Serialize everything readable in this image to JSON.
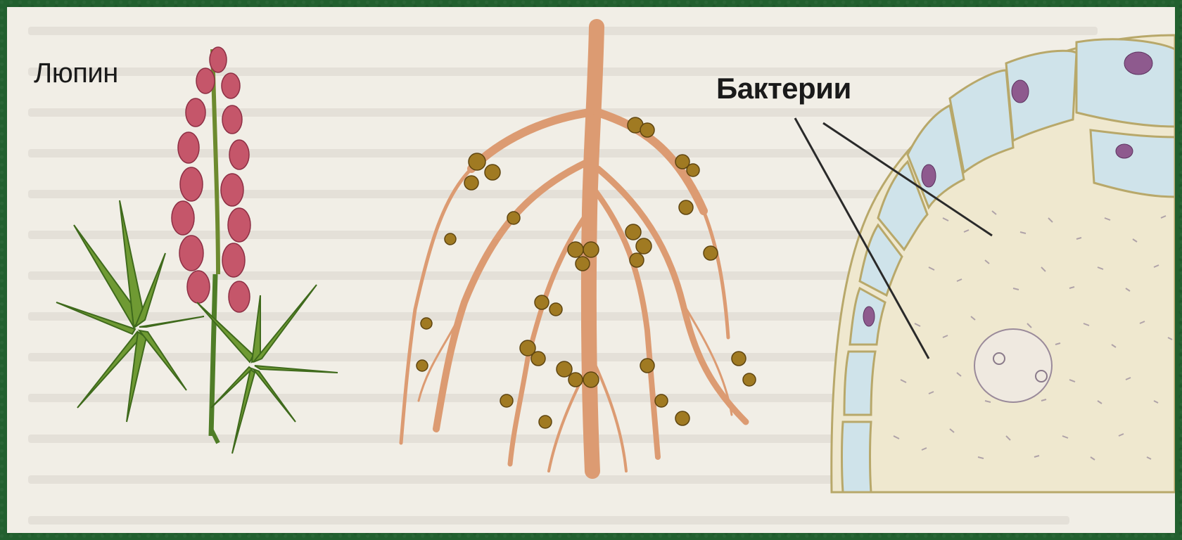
{
  "labels": {
    "lupin": "Люпин",
    "bacteria": "Бактерии"
  },
  "colors": {
    "frame": "#22602f",
    "paper": "#f1eee6",
    "leaf": "#5f8f2e",
    "flower": "#c5566a",
    "root": "#e3a27a",
    "nodule": "#8a6a1c",
    "cell_wall": "#b8a86a",
    "cell_fill": "#cfe3ea",
    "nucleus": "#8e5a8e"
  },
  "icons": [
    "lupin-plant-illustration",
    "root-nodules-illustration",
    "nodule-cell-section-illustration"
  ]
}
